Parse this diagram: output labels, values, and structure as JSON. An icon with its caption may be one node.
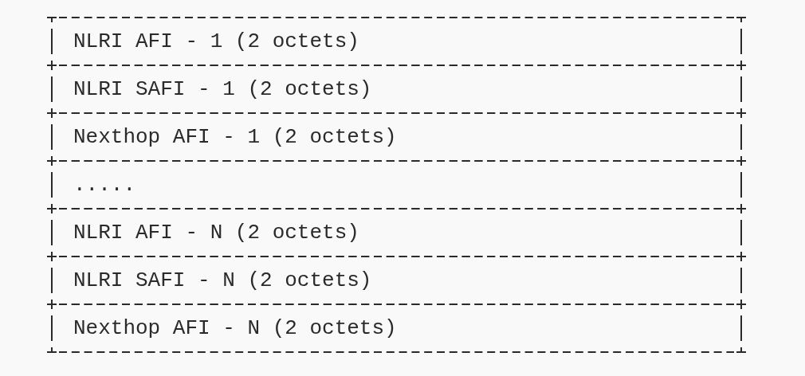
{
  "diagram": {
    "nodes": [
      {
        "text": [
          "NLRI AFI - 1 (2 octets)"
        ]
      },
      {
        "text": [
          "NLRI SAFI - 1 (2 octets)"
        ]
      },
      {
        "text": [
          "Nexthop AFI - 1 (2 octets)"
        ]
      },
      {
        "text": [
          "....."
        ]
      },
      {
        "text": [
          "NLRI AFI - N (2 octets)"
        ]
      },
      {
        "text": [
          "NLRI SAFI - N (2 octets)"
        ]
      },
      {
        "text": [
          "Nexthop AFI - N (2 octets)"
        ]
      }
    ]
  }
}
